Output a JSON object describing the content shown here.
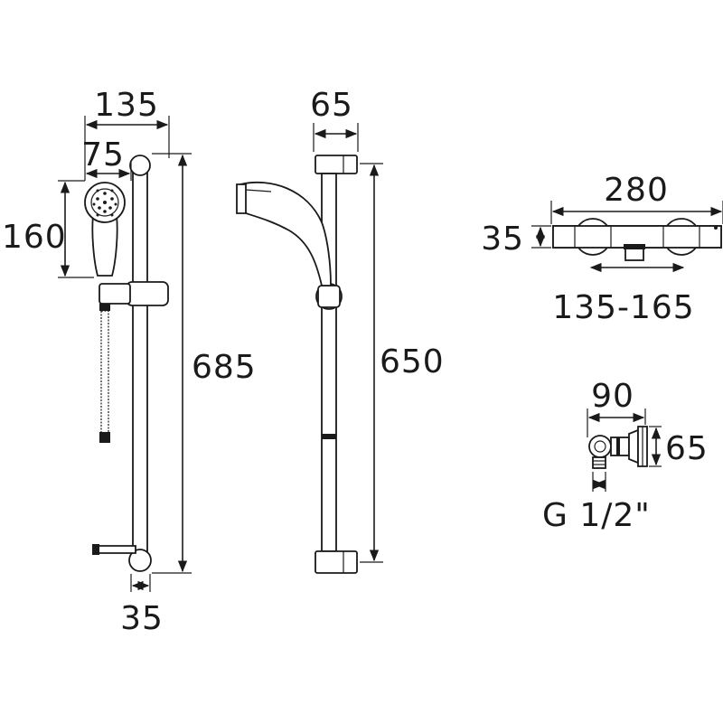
{
  "dimensions": {
    "handset_width": "135",
    "head_width": "75",
    "head_height": "160",
    "rail_height": "685",
    "bracket_diameter": "35",
    "side_depth": "65",
    "side_height": "650",
    "valve_width": "280",
    "valve_height": "35",
    "valve_centres": "135-165",
    "elbow_width": "90",
    "elbow_depth": "65",
    "thread_size": "G 1/2\""
  },
  "colors": {
    "line": "#1a1a1a",
    "background": "#ffffff"
  }
}
